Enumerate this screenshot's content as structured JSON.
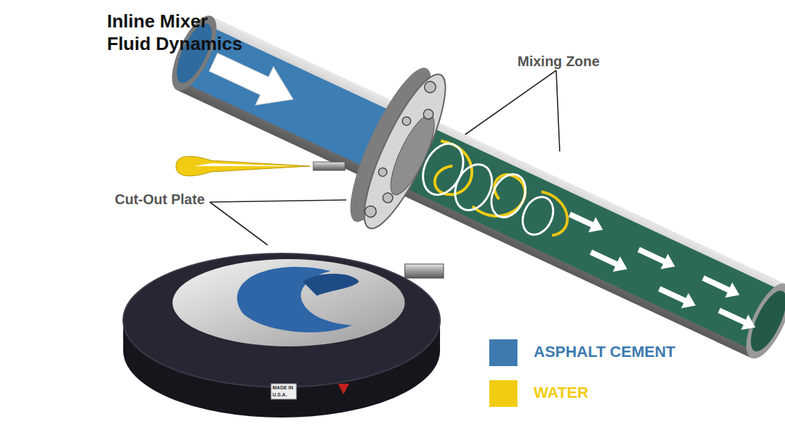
{
  "diagram": {
    "title": "Inline Mixer Fluid Dynamics",
    "labels": [
      "Mixing Zone",
      "Cut-Out Plate",
      "MADE IN",
      "U.S.A."
    ],
    "legend": [
      {
        "text": "ASPHALT CEMENT",
        "color": "#3e7ab0"
      },
      {
        "text": "WATER",
        "color": "#f2cc12"
      }
    ]
  }
}
